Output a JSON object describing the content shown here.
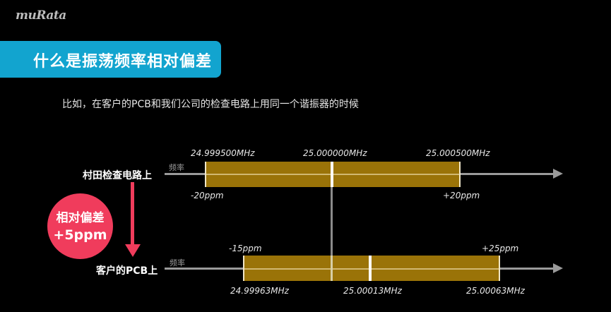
{
  "header": {
    "logo": "muRata",
    "title": "什么是振荡频率相对偏差",
    "accent_color": "#12a4cf"
  },
  "subtitle": "比如，在客户的PCB和我们公司的检查电路上用同一个谐振器的时候",
  "diagram": {
    "axis_caption": "频率",
    "band_color": "#9a7308",
    "rows": [
      {
        "label": "村田检查电路上",
        "freq_low": "24.999500MHz",
        "freq_center": "25.000000MHz",
        "freq_high": "25.000500MHz",
        "ppm_low": "-20ppm",
        "ppm_high": "+20ppm"
      },
      {
        "label": "客户的PCB上",
        "freq_low": "24.99963MHz",
        "freq_center": "25.00013MHz",
        "freq_high": "25.00063MHz",
        "ppm_low": "-15ppm",
        "ppm_high": "+25ppm"
      }
    ],
    "deviation": {
      "line1": "相对偏差",
      "line2": "+5ppm",
      "color": "#f03c5c"
    }
  }
}
